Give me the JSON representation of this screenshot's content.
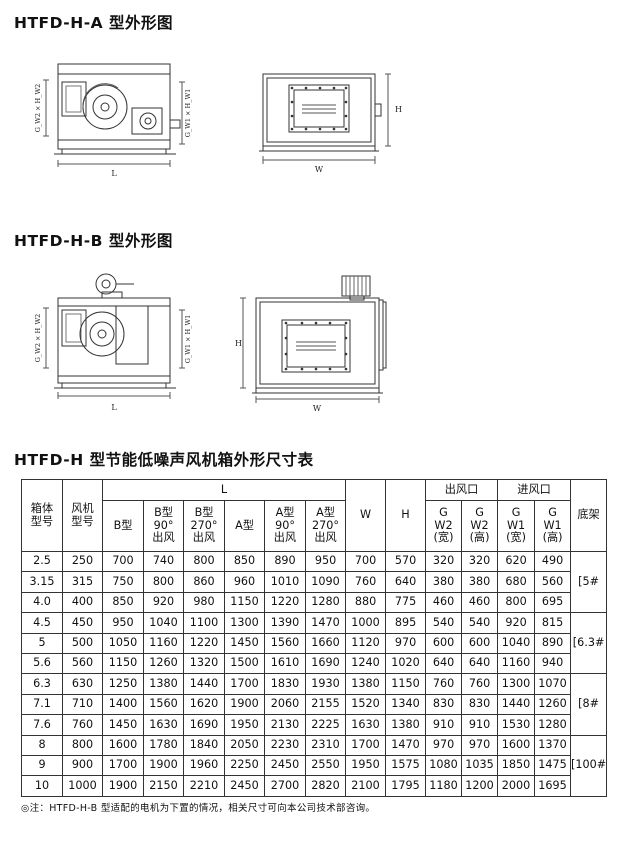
{
  "titles": {
    "a": "HTFD-H-A 型外形图",
    "b": "HTFD-H-B 型外形图",
    "table": "HTFD-H 型节能低噪声风机箱外形尺寸表"
  },
  "drawing_labels": {
    "l": "L",
    "w": "W",
    "h": "H",
    "gw2_h": "G_W2 × H_W2",
    "gw1_h": "G_W1 × H_W1"
  },
  "header": {
    "box": "箱体\n型号",
    "fan": "风机\n型号",
    "l": "L",
    "b_type": "B型",
    "b90": "B型\n90°\n出风",
    "b270": "B型\n270°\n出风",
    "a_type": "A型",
    "a90": "A型\n90°\n出风",
    "a270": "A型\n270°\n出风",
    "w": "W",
    "h": "H",
    "outlet": "出风口",
    "inlet": "进风口",
    "gw2_w": "G\nW2\n(宽)",
    "gw2_h": "G\nW2\n(高)",
    "gw1_w": "G\nW1\n(宽)",
    "gw1_h": "G\nW1\n(高)",
    "frame": "底架"
  },
  "rows": [
    [
      "2.5",
      "250",
      "700",
      "740",
      "800",
      "850",
      "890",
      "950",
      "700",
      "570",
      "320",
      "320",
      "620",
      "490"
    ],
    [
      "3.15",
      "315",
      "750",
      "800",
      "860",
      "960",
      "1010",
      "1090",
      "760",
      "640",
      "380",
      "380",
      "680",
      "560"
    ],
    [
      "4.0",
      "400",
      "850",
      "920",
      "980",
      "1150",
      "1220",
      "1280",
      "880",
      "775",
      "460",
      "460",
      "800",
      "695"
    ],
    [
      "4.5",
      "450",
      "950",
      "1040",
      "1100",
      "1300",
      "1390",
      "1470",
      "1000",
      "895",
      "540",
      "540",
      "920",
      "815"
    ],
    [
      "5",
      "500",
      "1050",
      "1160",
      "1220",
      "1450",
      "1560",
      "1660",
      "1120",
      "970",
      "600",
      "600",
      "1040",
      "890"
    ],
    [
      "5.6",
      "560",
      "1150",
      "1260",
      "1320",
      "1500",
      "1610",
      "1690",
      "1240",
      "1020",
      "640",
      "640",
      "1160",
      "940"
    ],
    [
      "6.3",
      "630",
      "1250",
      "1380",
      "1440",
      "1700",
      "1830",
      "1930",
      "1380",
      "1150",
      "760",
      "760",
      "1300",
      "1070"
    ],
    [
      "7.1",
      "710",
      "1400",
      "1560",
      "1620",
      "1900",
      "2060",
      "2155",
      "1520",
      "1340",
      "830",
      "830",
      "1440",
      "1260"
    ],
    [
      "7.6",
      "760",
      "1450",
      "1630",
      "1690",
      "1950",
      "2130",
      "2225",
      "1630",
      "1380",
      "910",
      "910",
      "1530",
      "1280"
    ],
    [
      "8",
      "800",
      "1600",
      "1780",
      "1840",
      "2050",
      "2230",
      "2310",
      "1700",
      "1470",
      "970",
      "970",
      "1600",
      "1370"
    ],
    [
      "9",
      "900",
      "1700",
      "1900",
      "1960",
      "2250",
      "2450",
      "2550",
      "1950",
      "1575",
      "1080",
      "1035",
      "1850",
      "1475"
    ],
    [
      "10",
      "1000",
      "1900",
      "2150",
      "2210",
      "2450",
      "2700",
      "2820",
      "2100",
      "1795",
      "1180",
      "1200",
      "2000",
      "1695"
    ]
  ],
  "frames": [
    "[5#",
    "[6.3#",
    "[8#",
    "[100#"
  ],
  "footnote": "◎注：HTFD-H-B 型适配的电机为下置的情况，相关尺寸可向本公司技术部咨询。"
}
